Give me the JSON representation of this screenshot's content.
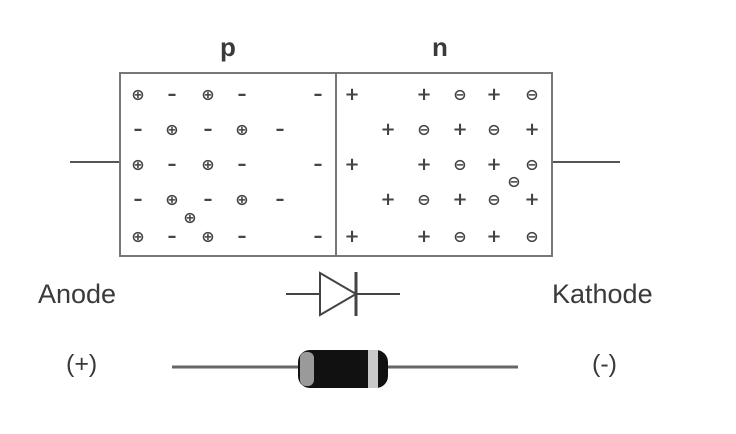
{
  "regions": {
    "p": "p",
    "n": "n"
  },
  "terminals": {
    "anode": "Anode",
    "cathode": "Kathode"
  },
  "polarity": {
    "anode": "(+)",
    "cathode": "(-)"
  },
  "carriers": {
    "p": [
      [
        "⊕",
        "–",
        "⊕",
        "–",
        "",
        "–"
      ],
      [
        "–",
        "⊕",
        "–",
        "⊕",
        "–",
        ""
      ],
      [
        "⊕",
        "–",
        "⊕",
        "–",
        "",
        "–"
      ],
      [
        "–",
        "⊕",
        "–",
        "⊕",
        "–",
        ""
      ],
      [
        "⊕",
        "–",
        "⊕",
        "–",
        "",
        "–"
      ]
    ],
    "n": [
      [
        "+",
        "",
        "+",
        "⊖",
        "+",
        "⊖"
      ],
      [
        "",
        "+",
        "⊖",
        "+",
        "⊖",
        "+"
      ],
      [
        "+",
        "",
        "+",
        "⊖",
        "+",
        "⊖"
      ],
      [
        "",
        "+",
        "⊖",
        "+",
        "⊖",
        "+"
      ],
      [
        "+",
        "",
        "+",
        "⊖",
        "+",
        "⊖"
      ]
    ],
    "p_extra": [
      "⊕"
    ],
    "n_extra": [
      "⊖"
    ]
  },
  "colors": {
    "line": "#555555",
    "box": "#777777",
    "body": "#111111",
    "band": "#c8c8c8",
    "text": "#3a3a3a"
  }
}
